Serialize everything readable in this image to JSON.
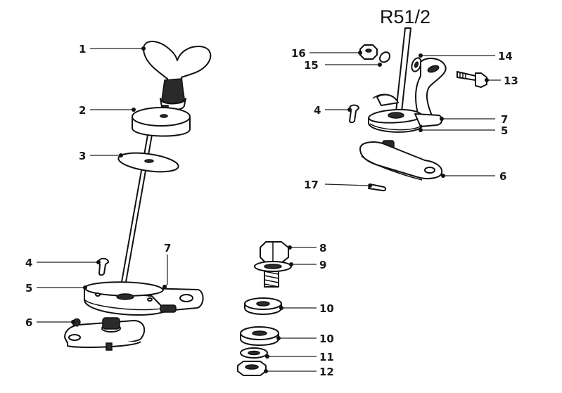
{
  "diagram": {
    "title": "R51/2",
    "callouts": {
      "c1": "1",
      "c2": "2",
      "c3": "3",
      "c4a": "4",
      "c5a": "5",
      "c6a": "6",
      "c7a": "7",
      "c8": "8",
      "c9": "9",
      "c10a": "10",
      "c10b": "10",
      "c11": "11",
      "c12": "12",
      "c13": "13",
      "c14": "14",
      "c15": "15",
      "c16": "16",
      "c4b": "4",
      "c5b": "5",
      "c6b": "6",
      "c7b": "7",
      "c17": "17"
    }
  }
}
